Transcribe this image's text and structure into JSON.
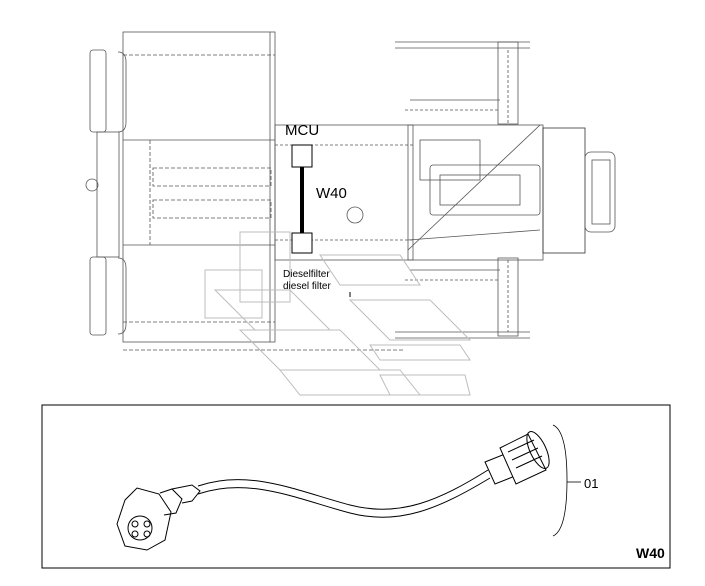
{
  "labels": {
    "mcu": "MCU",
    "cable": "W40",
    "filter_de": "Dieselfilter",
    "filter_en": "diesel filter",
    "part_number": "01",
    "drawing_ref": "W40"
  },
  "colors": {
    "line": "#444444",
    "dashed": "#777777",
    "cable": "#000000",
    "watermark": "#bdbdbd"
  }
}
